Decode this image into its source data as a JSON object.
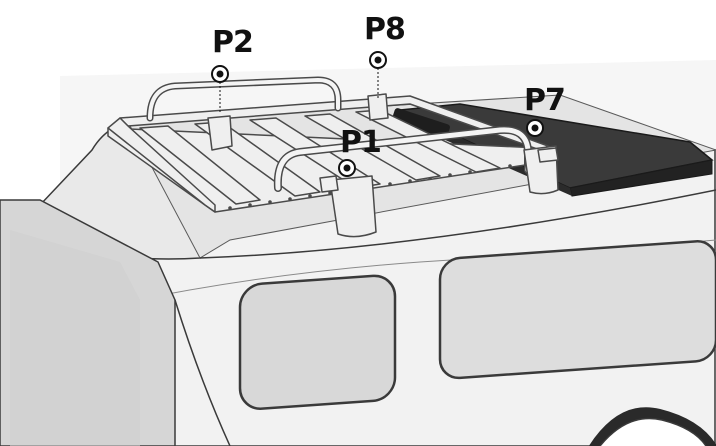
{
  "callouts": {
    "p2": {
      "label": "P2"
    },
    "p8": {
      "label": "P8"
    },
    "p7": {
      "label": "P7"
    },
    "p1": {
      "label": "P1"
    }
  },
  "colors": {
    "background": "#ffffff",
    "van_body": "#f2f2f2",
    "van_body_shade": "#e2e2e2",
    "van_outline": "#3a3a3a",
    "roof_surface": "#dcdcdc",
    "rack_metal": "#efefef",
    "rack_outline": "#4a4a4a",
    "solar_panel": "#2e2e2e",
    "solar_panel_top": "#3a3a3a",
    "window": "#d8d8d8",
    "callout_ink": "#111111"
  }
}
